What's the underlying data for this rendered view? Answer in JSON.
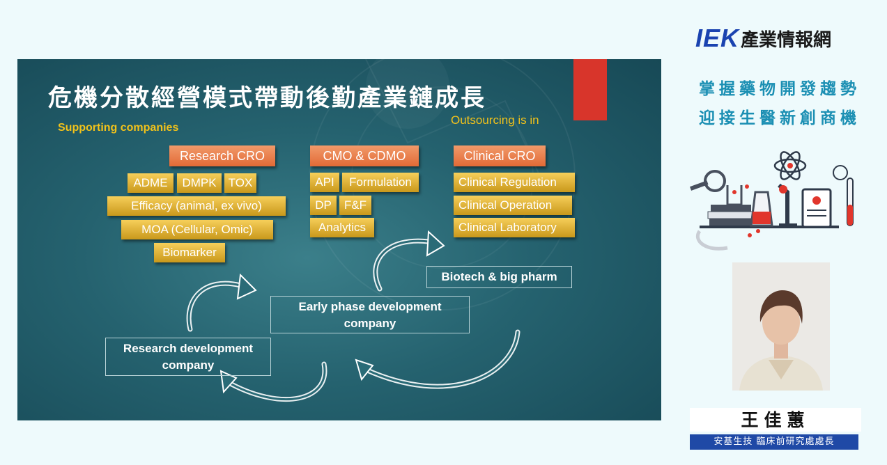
{
  "slide": {
    "title": "危機分散經營模式帶動後勤產業鏈成長",
    "supporting_label": "Supporting companies",
    "outsourcing_label": "Outsourcing is in",
    "research_cro": {
      "header": "Research CRO",
      "items": [
        "ADME",
        "DMPK",
        "TOX",
        "Efficacy (animal, ex vivo)",
        "MOA (Cellular, Omic)",
        "Biomarker"
      ]
    },
    "cmo_cdmo": {
      "header": "CMO & CDMO",
      "items": [
        "API",
        "Formulation",
        "DP",
        "F&F",
        "Analytics"
      ]
    },
    "clinical_cro": {
      "header": "Clinical CRO",
      "items": [
        "Clinical Regulation",
        "Clinical Operation",
        "Clinical Laboratory"
      ]
    },
    "cycle": {
      "biotech": "Biotech & big pharm",
      "early_line1": "Early phase development",
      "early_line2": "company",
      "research_line1": "Research development",
      "research_line2": "company"
    }
  },
  "sidebar": {
    "brand_logo": "IEK",
    "brand_name": "產業情報網",
    "slogan_line1": "掌握藥物開發趨勢",
    "slogan_line2": "迎接生醫新創商機",
    "illustration_icon": "lab-science-icon",
    "speaker_name": "王佳蕙",
    "speaker_title": "安基生技 臨床前研究處處長"
  },
  "colors": {
    "slide_bg": "#25626f",
    "header_box": "#e8743f",
    "item_box": "#e2b437",
    "accent_red": "#d8352b",
    "brand_blue": "#1a43b0",
    "slogan_blue": "#1b8fb3",
    "title_plate": "#1f49a6"
  }
}
